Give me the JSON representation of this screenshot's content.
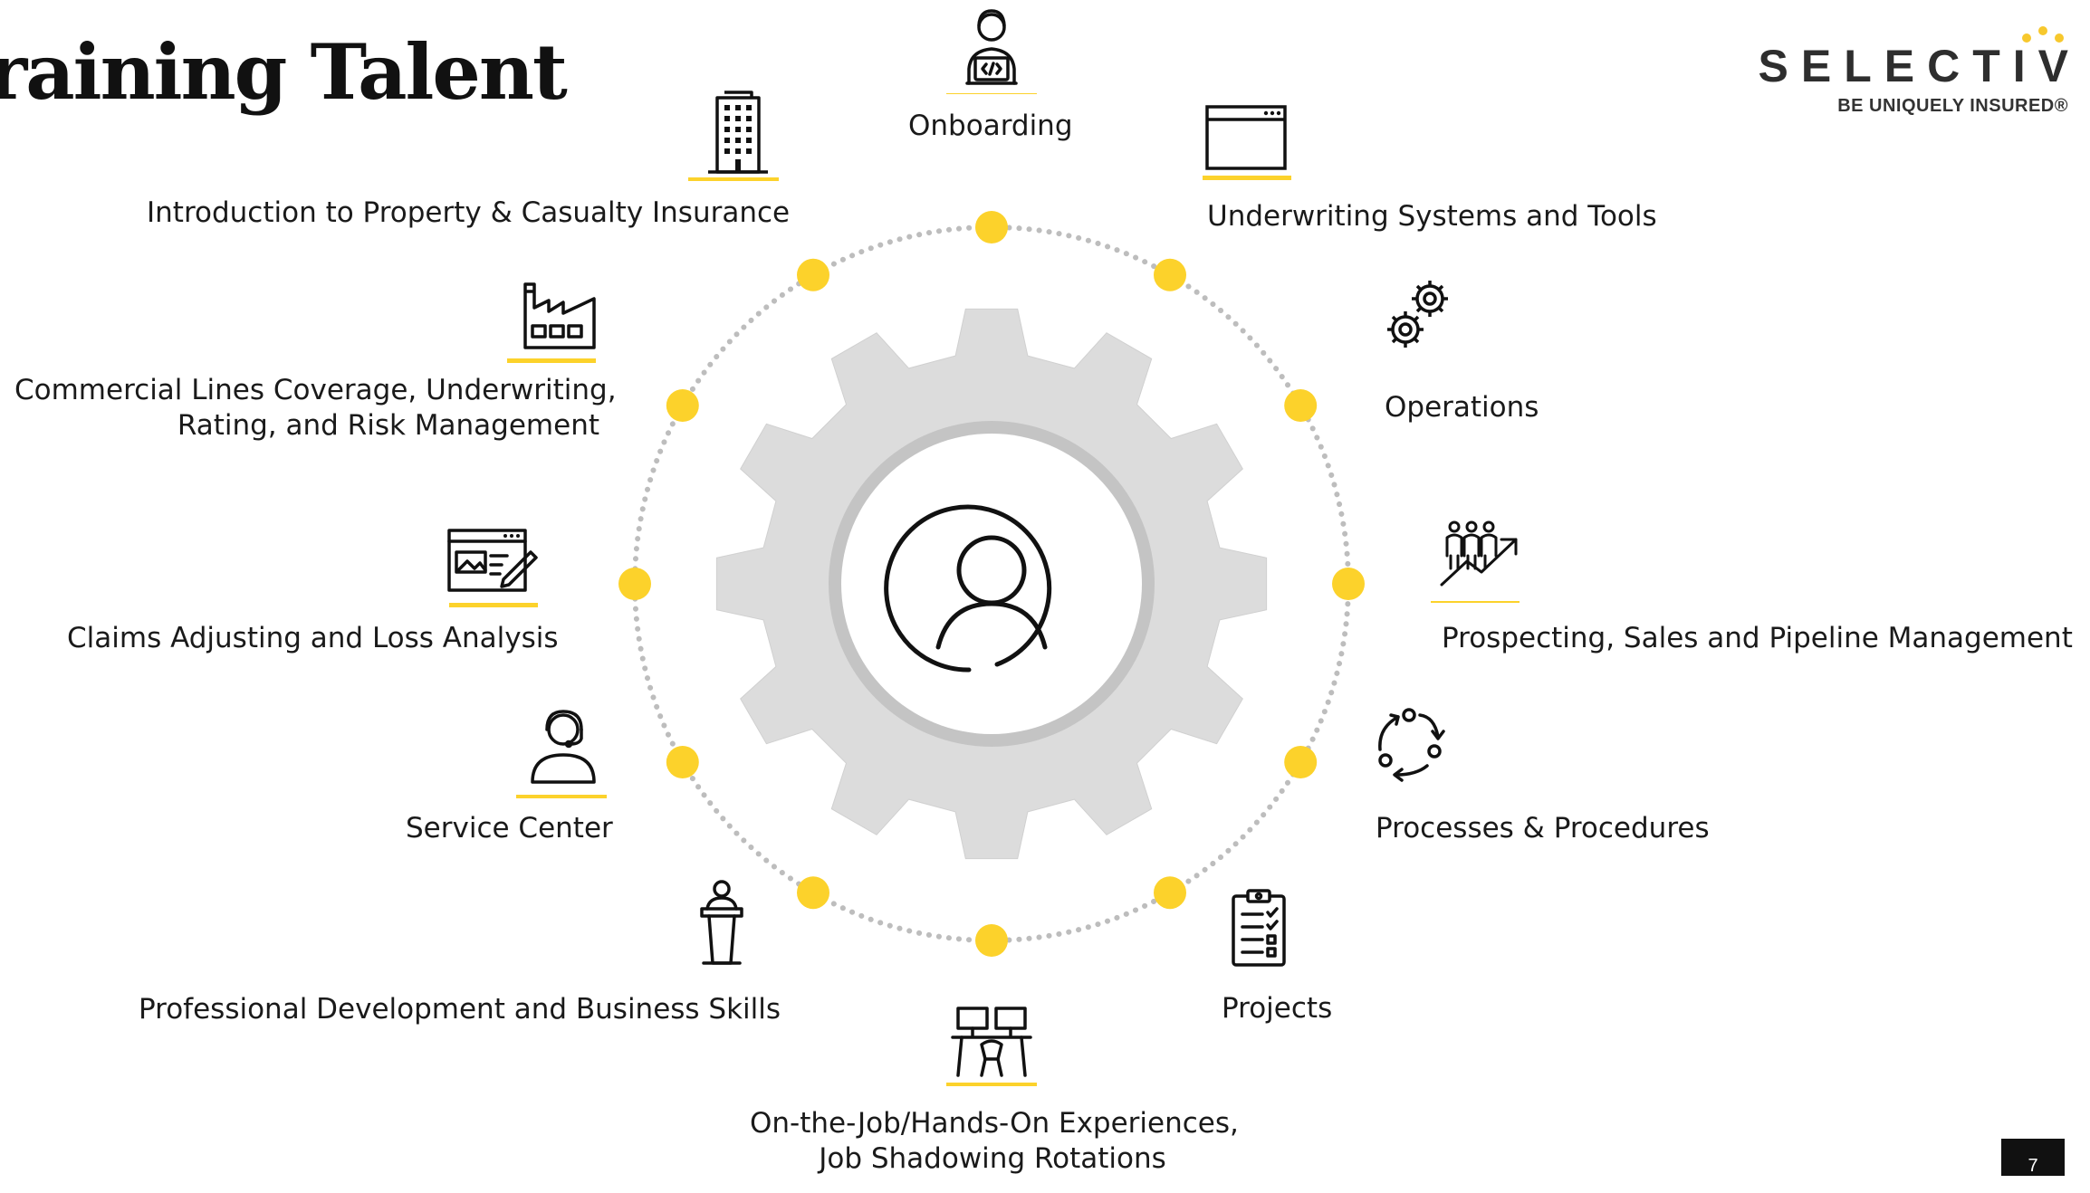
{
  "slide": {
    "title": "raining Talent",
    "page_number": "7"
  },
  "logo": {
    "wordmark": "SELECTIV",
    "tagline": "BE UNIQUELY INSURED®",
    "colors": {
      "wordmark": "#2e2e2e",
      "dots": "#f7c82d"
    }
  },
  "colors": {
    "accent_yellow": "#fcd22b",
    "gear_fill": "#dcdcdc",
    "gear_ring": "#c4c4c4",
    "dotted_ring": "#bdbdbd",
    "icon_stroke": "#111111"
  },
  "center": {
    "icon": "person-icon"
  },
  "topics": [
    {
      "id": "onboarding",
      "label": "Onboarding",
      "icon": "coder-icon"
    },
    {
      "id": "underwriting-systems",
      "label": "Underwriting Systems and Tools",
      "icon": "browser-window-icon"
    },
    {
      "id": "operations",
      "label": "Operations",
      "icon": "gears-icon"
    },
    {
      "id": "prospecting",
      "label": "Prospecting, Sales and Pipeline Management",
      "icon": "team-growth-icon"
    },
    {
      "id": "processes",
      "label": "Processes & Procedures",
      "icon": "cycle-icon"
    },
    {
      "id": "projects",
      "label": "Projects",
      "icon": "checklist-clipboard-icon"
    },
    {
      "id": "on-the-job",
      "label": "On-the-Job/Hands-On Experiences,\nJob Shadowing Rotations",
      "icon": "workstations-icon"
    },
    {
      "id": "professional-development",
      "label": "Professional Development and Business Skills",
      "icon": "podium-speaker-icon"
    },
    {
      "id": "service-center",
      "label": "Service Center",
      "icon": "headset-agent-icon"
    },
    {
      "id": "claims",
      "label": "Claims Adjusting and Loss Analysis",
      "icon": "web-edit-icon"
    },
    {
      "id": "commercial-lines",
      "label": "Commercial Lines Coverage, Underwriting,\nRating, and Risk Management",
      "icon": "factory-icon"
    },
    {
      "id": "property-casualty",
      "label": "Introduction to Property & Casualty Insurance",
      "icon": "office-building-icon"
    }
  ]
}
